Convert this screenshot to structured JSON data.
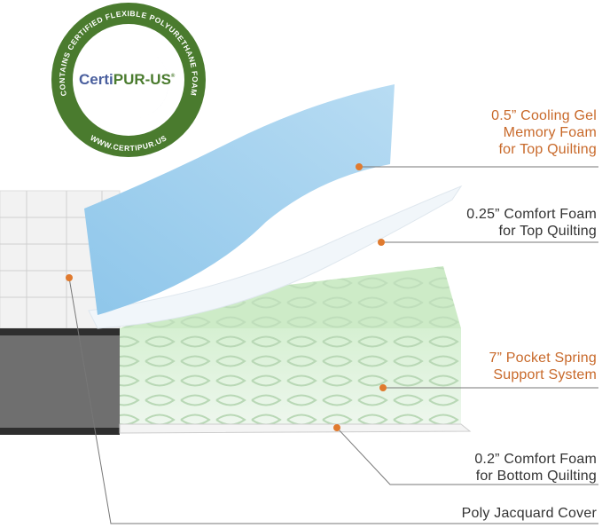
{
  "logo": {
    "ring_text_top": "CONTAINS CERTIFIED FLEXIBLE POLYURETHANE FOAM",
    "ring_text_bottom": "WWW.CERTIPUR.US",
    "brand_a": "Certi",
    "brand_b": "PUR-US",
    "registered": "®"
  },
  "labels": [
    {
      "lines": [
        "0.5” Cooling Gel",
        "Memory Foam",
        "for Top Quilting"
      ],
      "orange": [
        true,
        true,
        true
      ]
    },
    {
      "lines": [
        "0.25” Comfort Foam",
        "for Top Quilting"
      ]
    },
    {
      "lines": [
        "7” Pocket Spring",
        "Support System"
      ]
    },
    {
      "lines": [
        "0.2” Comfort Foam",
        "for Bottom Quilting"
      ]
    },
    {
      "lines": [
        "Poly Jacquard Cover"
      ]
    }
  ],
  "colors": {
    "accent": "#c8692a",
    "logo_green": "#4a7b2e",
    "foam_blue": "#a9d3ef"
  }
}
